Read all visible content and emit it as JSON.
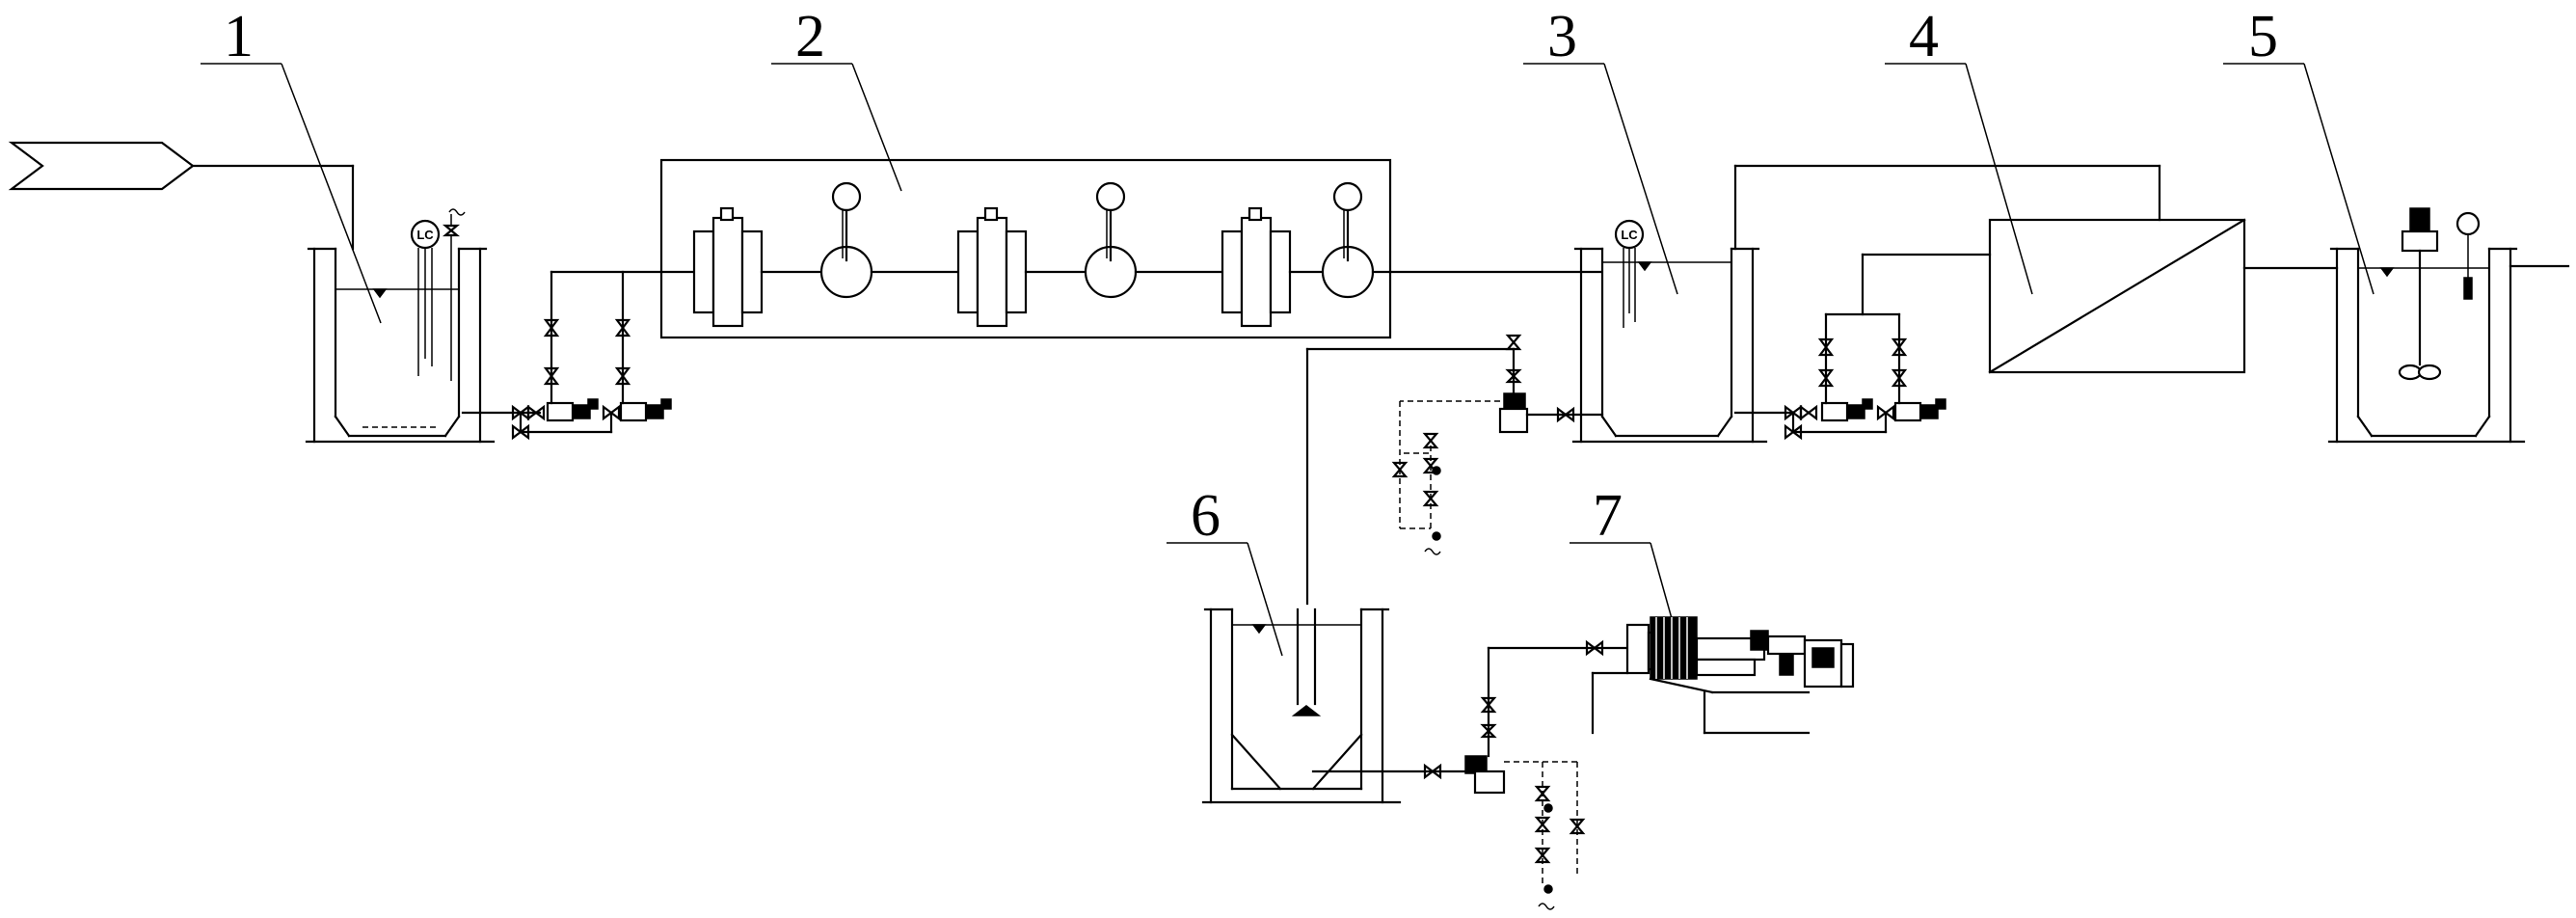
{
  "units": [
    {
      "id": "1",
      "label": "1"
    },
    {
      "id": "2",
      "label": "2"
    },
    {
      "id": "3",
      "label": "3"
    },
    {
      "id": "4",
      "label": "4"
    },
    {
      "id": "5",
      "label": "5"
    },
    {
      "id": "6",
      "label": "6"
    },
    {
      "id": "7",
      "label": "7"
    }
  ],
  "instruments": {
    "level_controller_1": "LC",
    "level_controller_3": "LC"
  }
}
